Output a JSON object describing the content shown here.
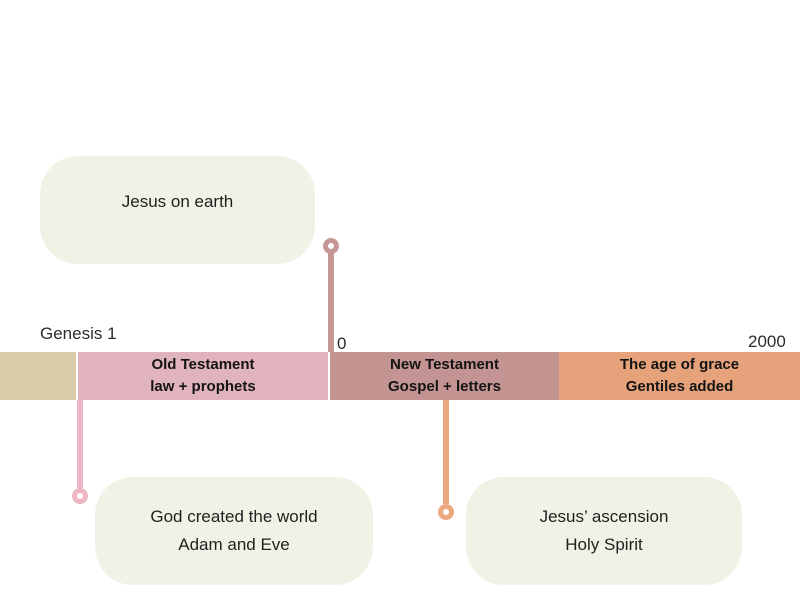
{
  "colors": {
    "background": "#ffffff",
    "bubble_bg": "#f2f1e6",
    "segment_beige": "#dccba8",
    "segment_pink": "#e1b3bd",
    "segment_mauve": "#c39492",
    "segment_orange": "#e6a27b",
    "connector_rose": "#c79795",
    "connector_pink": "#eab6c2",
    "connector_orange": "#eba87f",
    "text_dark": "#1f1f1f"
  },
  "axis": {
    "start_label": "Genesis 1",
    "zero_label": "0",
    "end_label": "2000"
  },
  "timeline": {
    "segments": [
      {
        "name": "pre-creation",
        "line1": "",
        "line2": ""
      },
      {
        "name": "old-testament",
        "line1": "Old Testament",
        "line2": "law + prophets"
      },
      {
        "name": "new-testament",
        "line1": "New Testament",
        "line2": "Gospel + letters"
      },
      {
        "name": "age-of-grace",
        "line1": "The age of grace",
        "line2": "Gentiles added"
      }
    ]
  },
  "callouts": {
    "jesus_on_earth": {
      "lines": [
        "Jesus on earth"
      ]
    },
    "creation": {
      "lines": [
        "God created the world",
        "Adam and Eve"
      ]
    },
    "ascension": {
      "lines": [
        "Jesus’ ascension",
        "Holy Spirit"
      ]
    }
  }
}
